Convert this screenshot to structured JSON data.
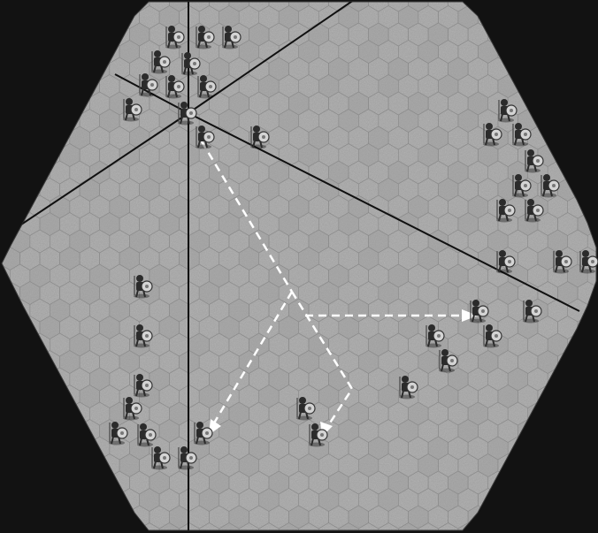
{
  "colors": {
    "background": "#121212",
    "board_light": "#a6a6a6",
    "board_dark": "#8e8e8e",
    "line": "#101010",
    "arrow": "#ffffff",
    "unit_body": "#2b2b2b",
    "unit_shield": "#d4d4d4"
  },
  "scene": {
    "board": "hex-grid",
    "sectors": 6,
    "arrows": 3
  },
  "units": [
    {
      "kind": "soldier",
      "faction": "north-west"
    },
    {
      "kind": "soldier",
      "faction": "north-west"
    },
    {
      "kind": "soldier",
      "faction": "north-west"
    },
    {
      "kind": "soldier",
      "faction": "north-west"
    },
    {
      "kind": "soldier",
      "faction": "north-west"
    },
    {
      "kind": "soldier",
      "faction": "north-west"
    },
    {
      "kind": "soldier",
      "faction": "north-west"
    },
    {
      "kind": "soldier",
      "faction": "north-west"
    },
    {
      "kind": "soldier",
      "faction": "north-west"
    },
    {
      "kind": "soldier",
      "faction": "north-west"
    },
    {
      "kind": "soldier",
      "faction": "north-west"
    },
    {
      "kind": "soldier",
      "faction": "north-west"
    },
    {
      "kind": "soldier",
      "faction": "east"
    },
    {
      "kind": "soldier",
      "faction": "east"
    },
    {
      "kind": "soldier",
      "faction": "east"
    },
    {
      "kind": "soldier",
      "faction": "east"
    },
    {
      "kind": "soldier",
      "faction": "east"
    },
    {
      "kind": "soldier",
      "faction": "east"
    },
    {
      "kind": "soldier",
      "faction": "east"
    },
    {
      "kind": "soldier",
      "faction": "east"
    },
    {
      "kind": "soldier",
      "faction": "east"
    },
    {
      "kind": "soldier",
      "faction": "east"
    },
    {
      "kind": "soldier",
      "faction": "east"
    },
    {
      "kind": "soldier",
      "faction": "east"
    },
    {
      "kind": "soldier",
      "faction": "south-east"
    },
    {
      "kind": "soldier",
      "faction": "south-east"
    },
    {
      "kind": "soldier",
      "faction": "south-east"
    },
    {
      "kind": "soldier",
      "faction": "south-east"
    },
    {
      "kind": "soldier",
      "faction": "south-west"
    },
    {
      "kind": "soldier",
      "faction": "south-west"
    },
    {
      "kind": "soldier",
      "faction": "south-west"
    },
    {
      "kind": "soldier",
      "faction": "south-west"
    },
    {
      "kind": "soldier",
      "faction": "south-west"
    },
    {
      "kind": "soldier",
      "faction": "south-west"
    },
    {
      "kind": "soldier",
      "faction": "south-west"
    },
    {
      "kind": "soldier",
      "faction": "south-west"
    },
    {
      "kind": "soldier",
      "faction": "south-west"
    },
    {
      "kind": "soldier",
      "faction": "south-west"
    },
    {
      "kind": "soldier",
      "faction": "south"
    },
    {
      "kind": "soldier",
      "faction": "south"
    }
  ]
}
